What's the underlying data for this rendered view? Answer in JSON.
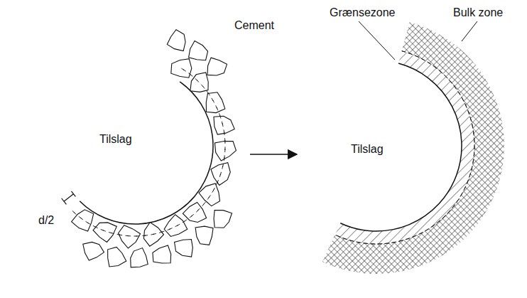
{
  "diagram": {
    "labels": [
      "Cement",
      "Tilslag",
      "d/2",
      "Tilslag",
      "Grænsezone",
      "Bulk zone"
    ]
  }
}
